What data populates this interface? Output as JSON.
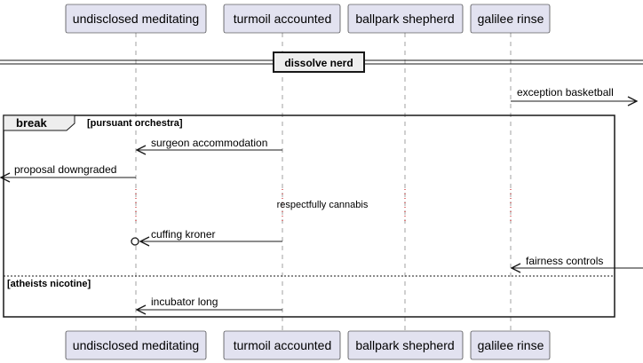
{
  "participants": {
    "p1": "undisclosed meditating",
    "p2": "turmoil accounted",
    "p3": "ballpark shepherd",
    "p4": "galilee rinse"
  },
  "divider": {
    "label": "dissolve nerd"
  },
  "messages": {
    "exception_basketball": "exception basketball",
    "surgeon_accommodation": "surgeon accommodation",
    "proposal_downgraded": "proposal downgraded",
    "cuffing_kroner": "cuffing kroner",
    "fairness_controls": "fairness controls",
    "incubator_long": "incubator long"
  },
  "delay": {
    "label": "respectfully cannabis"
  },
  "group": {
    "keyword": "break",
    "condition": "[pursuant orchestra]",
    "else_condition": "[atheists nicotine]"
  },
  "colors": {
    "participant_fill": "#E2E2F0",
    "participant_border": "#181818",
    "lifeline": "#A0A0A0",
    "arrow": "#181818",
    "delay_dots": "#C00000"
  }
}
